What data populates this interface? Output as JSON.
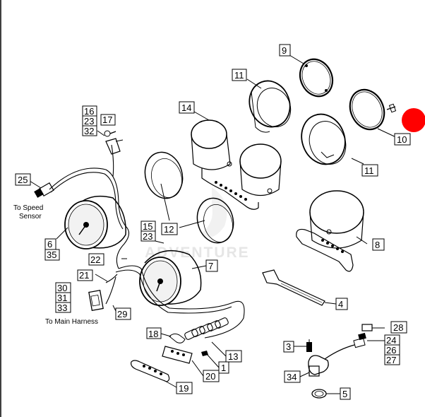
{
  "watermark": "ADVENTURE",
  "notes": {
    "speed_sensor_line1": "To Speed",
    "speed_sensor_line2": "Sensor",
    "main_harness": "To Main Harness"
  },
  "callouts": {
    "c1": "1",
    "c3": "3",
    "c4": "4",
    "c5": "5",
    "c6": "6",
    "c7": "7",
    "c8": "8",
    "c9": "9",
    "c10": "10",
    "c11a": "11",
    "c11b": "11",
    "c12": "12",
    "c13": "13",
    "c14": "14",
    "c15": "15",
    "c16": "16",
    "c17": "17",
    "c18": "18",
    "c19": "19",
    "c20": "20",
    "c21": "21",
    "c22": "22",
    "c23a": "23",
    "c23b": "23",
    "c24": "24",
    "c25": "25",
    "c26": "26",
    "c27": "27",
    "c28": "28",
    "c29": "29",
    "c30": "30",
    "c31": "31",
    "c32": "32",
    "c33": "33",
    "c34": "34",
    "c35": "35"
  },
  "colors": {
    "marker": "#ff0000",
    "line": "#000000",
    "watermark": "#e6e6e6"
  }
}
